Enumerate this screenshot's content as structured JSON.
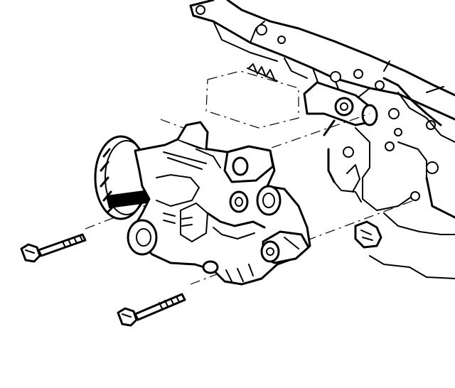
{
  "diagram": {
    "parts": [
      {
        "id": "engine-block",
        "icon": "engine-block-icon"
      },
      {
        "id": "ac-compressor",
        "icon": "compressor-icon"
      },
      {
        "id": "upper-bolt",
        "icon": "bolt-icon"
      },
      {
        "id": "lower-bolt",
        "icon": "bolt-icon"
      },
      {
        "id": "mounting-stud",
        "icon": "stud-icon"
      }
    ],
    "line_color": "#000000",
    "background": "#ffffff"
  }
}
